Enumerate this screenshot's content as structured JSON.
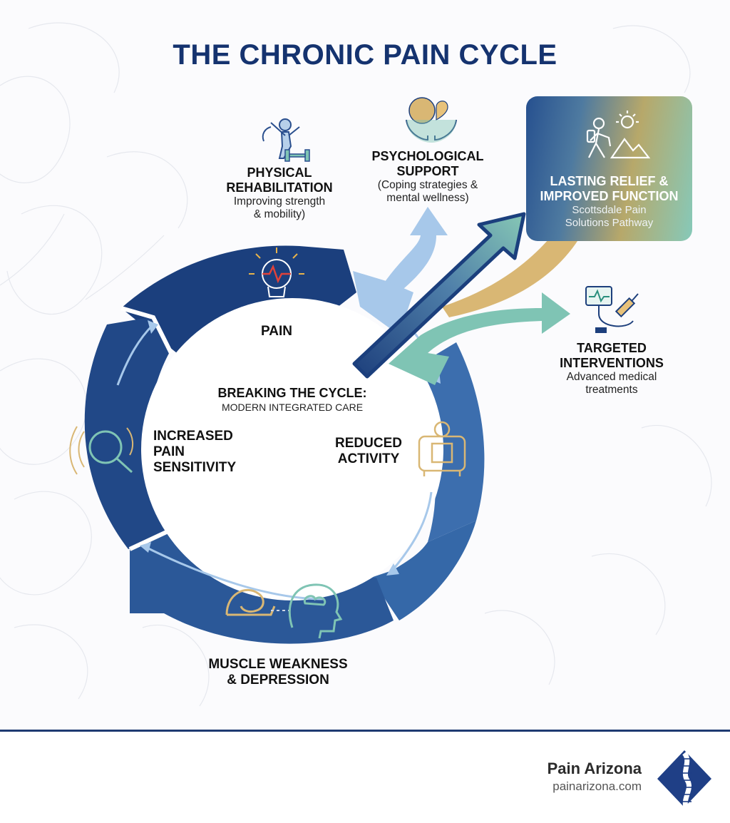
{
  "title": "THE CHRONIC PAIN CYCLE",
  "center": {
    "title": "BREAKING THE CYCLE:",
    "subtitle": "MODERN INTEGRATED CARE"
  },
  "cycle": {
    "pain": "PAIN",
    "reduced_activity_line1": "REDUCED",
    "reduced_activity_line2": "ACTIVITY",
    "muscle_line1": "MUSCLE WEAKNESS",
    "muscle_line2": "& DEPRESSION",
    "sensitivity_line1": "INCREASED",
    "sensitivity_line2": "PAIN",
    "sensitivity_line3": "SENSITIVITY"
  },
  "physical": {
    "title_line1": "PHYSICAL",
    "title_line2": "REHABILITATION",
    "desc_line1": "Improving strength",
    "desc_line2": "& mobility)"
  },
  "psychological": {
    "title_line1": "PSYCHOLOGICAL",
    "title_line2": "SUPPORT",
    "desc_line1": "(Coping strategies &",
    "desc_line2": "mental wellness)"
  },
  "relief": {
    "title_line1": "LASTING RELIEF &",
    "title_line2": "IMPROVED FUNCTION",
    "desc_line1": "Scottsdale Pain",
    "desc_line2": "Solutions Pathway"
  },
  "targeted": {
    "title_line1": "TARGETED",
    "title_line2": "INTERVENTIONS",
    "desc_line1": "Advanced medical",
    "desc_line2": "treatments"
  },
  "footer": {
    "brand": "Pain Arizona",
    "url": "painarizona.com"
  },
  "colors": {
    "navy": "#15336f",
    "ring_dark": "#1b3f7d",
    "ring_mid": "#2d5c9c",
    "ring_light": "#3f72b2",
    "light_blue": "#a7c8ea",
    "teal": "#7fc4b4",
    "gold": "#d9b774"
  }
}
